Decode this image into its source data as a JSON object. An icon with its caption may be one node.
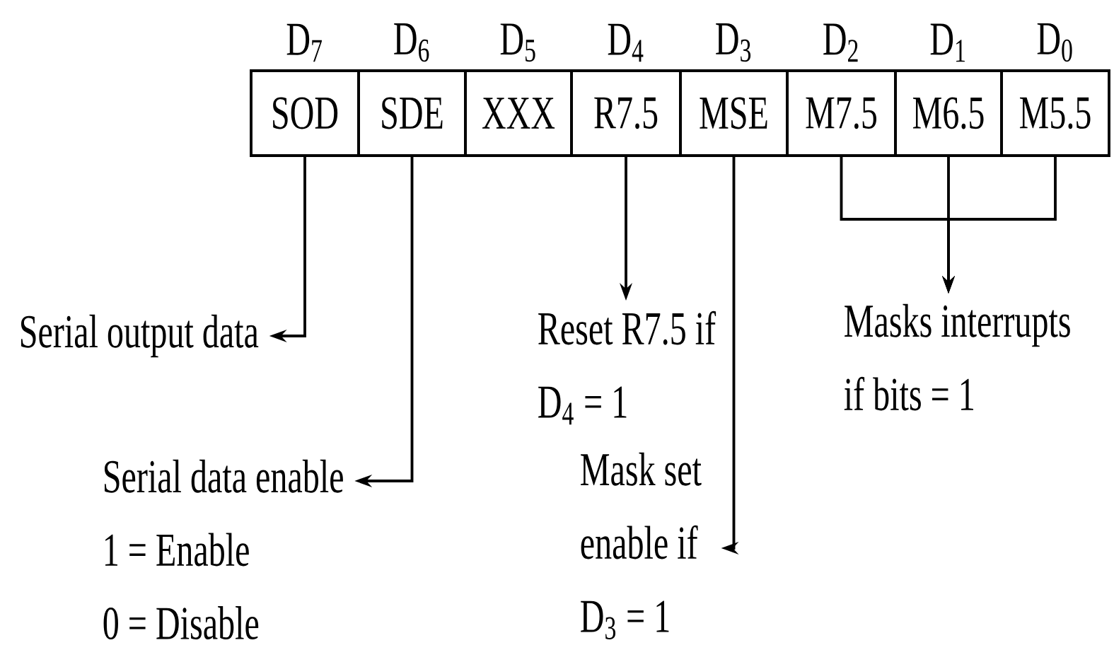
{
  "diagram": {
    "nodes": [
      {
        "text": [
          "SOD"
        ],
        "beside": [
          "D$_{7}$"
        ]
      },
      {
        "text": [
          "SDE"
        ],
        "beside": [
          "D$_{6}$"
        ]
      },
      {
        "text": [
          "XXX"
        ],
        "beside": [
          "D$_{5}$"
        ]
      },
      {
        "text": [
          "R7.5"
        ],
        "beside": [
          "D$_{4}$"
        ]
      },
      {
        "text": [
          "MSE"
        ],
        "beside": [
          "D$_{3}$"
        ]
      },
      {
        "text": [
          "M7.5"
        ],
        "beside": [
          "D$_{2}$"
        ]
      },
      {
        "text": [
          "M6.5"
        ],
        "beside": [
          "D$_{1}$"
        ]
      },
      {
        "text": [
          "M5.5"
        ],
        "beside": [
          "D$_{0}$"
        ]
      },
      {
        "text": [
          "Serial output data"
        ]
      },
      {
        "text": [
          "Serial data enable",
          "1 = Enable",
          "0 = Disable"
        ]
      },
      {
        "text": [
          "Reset R7.5 if D$_{4}$ = 1"
        ]
      },
      {
        "text": [
          "Mask set enable if D$_{3}$ = 1"
        ]
      },
      {
        "text": [
          "Masks interrupts if bits = 1"
        ]
      }
    ],
    "edges": [
      {
        "from": 0,
        "to": 8,
        "arrow": "to"
      },
      {
        "from": 1,
        "to": 9,
        "arrow": "to"
      },
      {
        "from": 3,
        "to": 10,
        "arrow": "to"
      },
      {
        "from": 4,
        "to": 11,
        "arrow": "to"
      },
      {
        "from": 5,
        "to": 12,
        "arrow": "to"
      },
      {
        "from": 6,
        "to": 12,
        "arrow": "to"
      },
      {
        "from": 7,
        "to": 12,
        "arrow": "to"
      }
    ]
  }
}
